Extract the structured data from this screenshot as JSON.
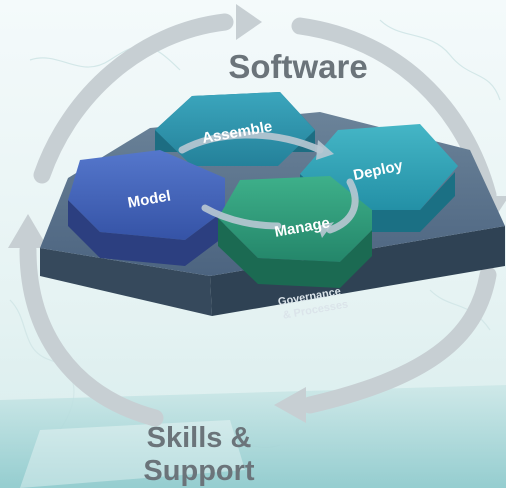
{
  "labels": {
    "software": "Software",
    "assemble": "Assemble",
    "deploy": "Deploy",
    "model": "Model",
    "manage": "Manage",
    "governance_line1": "Governance",
    "governance_line2": "& Processes",
    "skills_line1": "Skills &",
    "skills_line2": "Support"
  },
  "colors": {
    "background": "#eef6f6",
    "assemble": "#2a8fa8",
    "deploy": "#2aa0b4",
    "model": "#3e63b8",
    "manage": "#2e9a78",
    "platform": "#4d6680",
    "cycle_arrow": "#c7cfd3",
    "caption": "#6b747a"
  }
}
